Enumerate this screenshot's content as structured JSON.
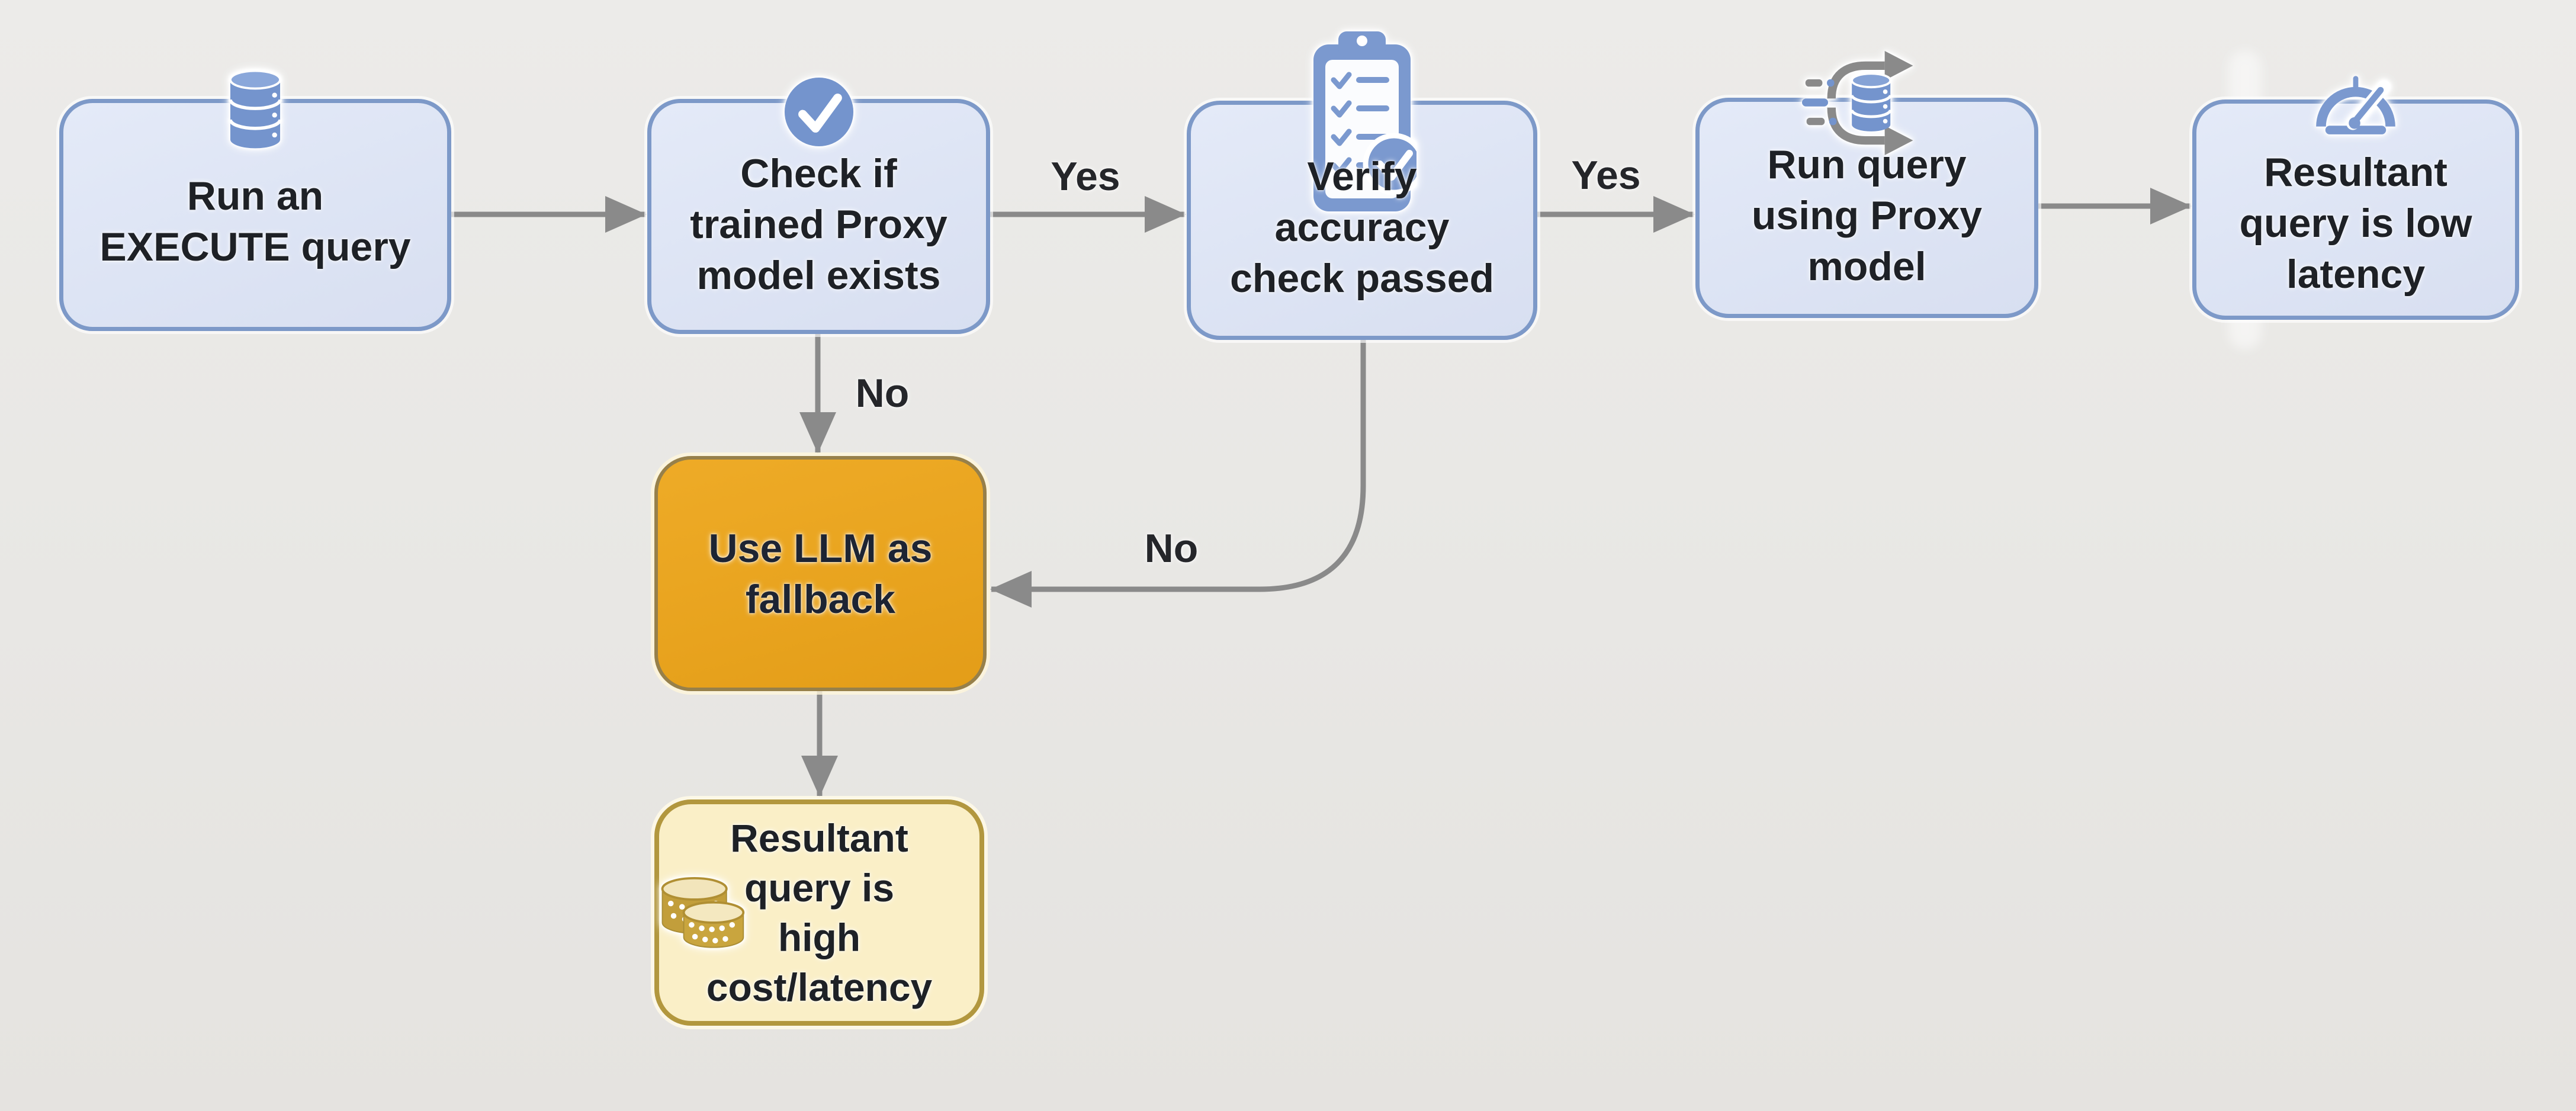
{
  "diagram": {
    "kind": "flowchart",
    "colors": {
      "background": "#e8e7e4",
      "node_fill": "#dde4f4",
      "node_border": "#7d99c8",
      "icon_blue": "#7494cd",
      "arrow_gray": "#8a8a8a",
      "fallback_fill": "#e8a31e",
      "fallback_border": "#97804a",
      "cost_fill": "#faefc7",
      "cost_border": "#b2973e",
      "coin_gold": "#c29e3b",
      "text": "#1e2126"
    },
    "nodes": {
      "execute": {
        "lines": [
          "Run an",
          "EXECUTE query"
        ],
        "icon": "database-icon"
      },
      "check_model": {
        "lines": [
          "Check if",
          "trained Proxy",
          "model exists"
        ],
        "icon": "check-circle-icon"
      },
      "verify": {
        "lines": [
          "Verify",
          "accuracy",
          "check passed"
        ],
        "icon": "checklist-clipboard-icon"
      },
      "run_proxy": {
        "lines": [
          "Run query",
          "using Proxy",
          "model"
        ],
        "icon": "database-flow-icon"
      },
      "low_latency": {
        "lines": [
          "Resultant",
          "query is low",
          "latency"
        ],
        "icon": "speedometer-icon"
      },
      "fallback": {
        "lines": [
          "Use LLM as",
          "fallback"
        ]
      },
      "high_cost": {
        "lines": [
          "Resultant",
          "query is",
          "high",
          "cost/latency"
        ],
        "icon": "coins-icon"
      }
    },
    "edge_labels": {
      "yes1": "Yes",
      "yes2": "Yes",
      "no1": "No",
      "no2": "No"
    }
  }
}
